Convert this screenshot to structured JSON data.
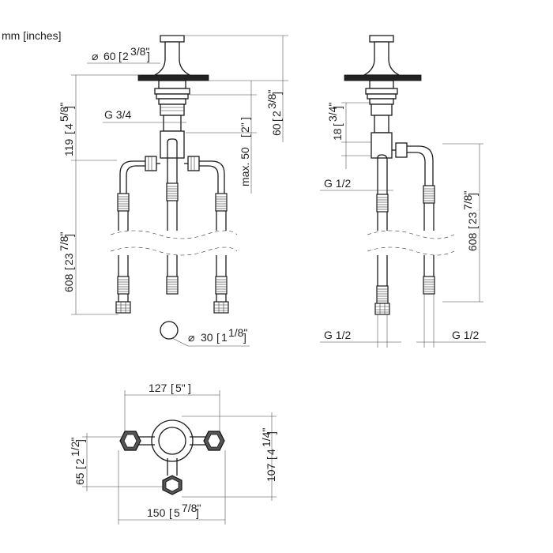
{
  "units_label": "mm [inches]",
  "front": {
    "dia60_mm": "60",
    "dia60_in": "2",
    "dia60_frac": "3/8\"",
    "g34": "G 3/4",
    "h119_mm": "119",
    "h119_in": "4",
    "h119_frac": "5/8\"",
    "h608_mm": "608",
    "h608_in": "23",
    "h608_frac": "7/8\"",
    "max50": "max. 50",
    "max50_in": "2\"",
    "h60_mm": "60",
    "h60_in": "2",
    "h60_frac": "3/8\"",
    "dia30_mm": "30",
    "dia30_in": "1",
    "dia30_frac": "1/8\""
  },
  "side": {
    "h18_mm": "18",
    "h18_frac": "3/4\"",
    "g12_a": "G 1/2",
    "h608_mm": "608",
    "h608_in": "23",
    "h608_frac": "7/8\"",
    "g12_b": "G 1/2",
    "g12_c": "G 1/2"
  },
  "top": {
    "w127_mm": "127",
    "w127_in": "5\"",
    "h65_mm": "65",
    "h65_in": "2",
    "h65_frac": "1/2\"",
    "h107_mm": "107",
    "h107_in": "4",
    "h107_frac": "1/4\"",
    "w150_mm": "150",
    "w150_in": "5",
    "w150_frac": "7/8\""
  }
}
